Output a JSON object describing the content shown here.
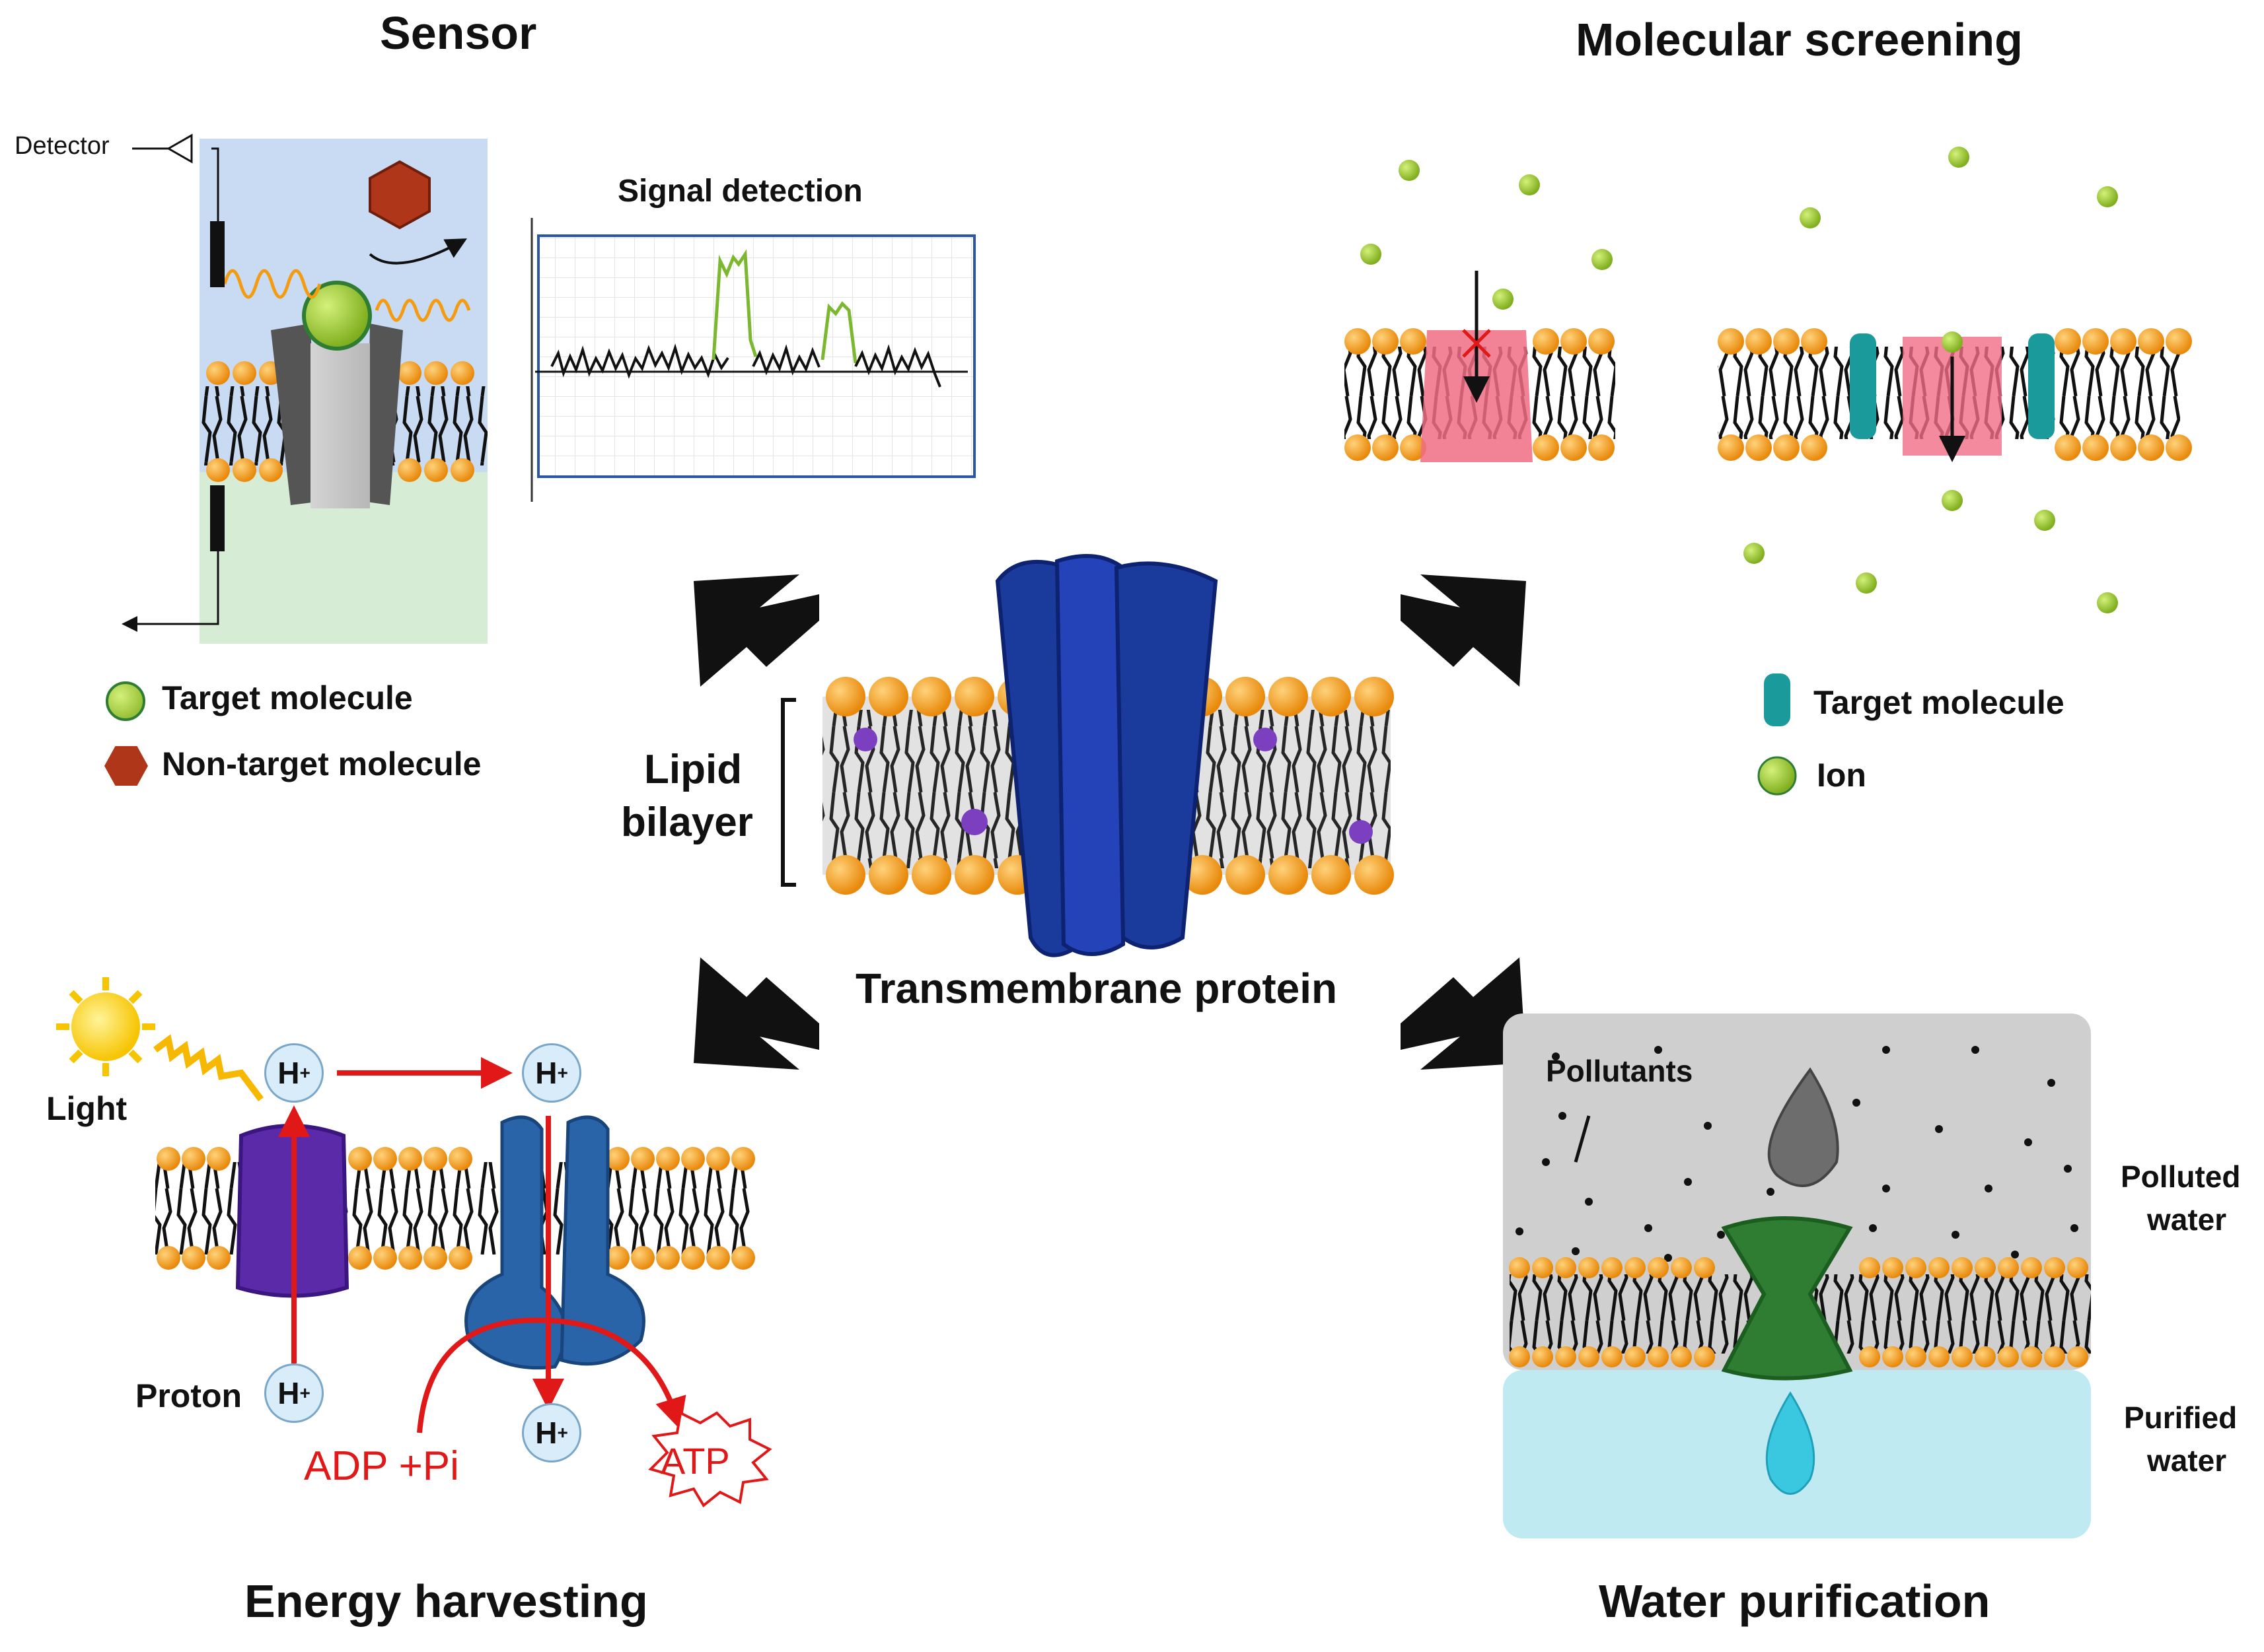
{
  "sections": {
    "sensor": "Sensor",
    "screening": "Molecular screening",
    "energy": "Energy harvesting",
    "water": "Water purification"
  },
  "sensor": {
    "detector_label": "Detector",
    "signal_title": "Signal detection",
    "legend_target": "Target molecule",
    "legend_nontarget": "Non-target molecule"
  },
  "center": {
    "lipid_label_line1": "Lipid",
    "lipid_label_line2": "bilayer",
    "protein_label": "Transmembrane protein"
  },
  "screening": {
    "legend_target": "Target molecule",
    "legend_ion": "Ion"
  },
  "energy": {
    "light_label": "Light",
    "proton_label": "Proton",
    "h_plus": "H",
    "adp_label": "ADP +Pi",
    "atp_label": "ATP"
  },
  "water": {
    "pollutants_label": "Pollutants",
    "polluted_line1": "Polluted",
    "polluted_line2": "water",
    "purified_line1": "Purified",
    "purified_line2": "water"
  },
  "colors": {
    "headgroup": "#f5a623",
    "ion": "#9ccc3a",
    "protein_blue": "#1a3a9c",
    "signal_green": "#7cb82f",
    "red_arrow": "#e01818",
    "purple_pump": "#5b2aa8",
    "atp_synthase": "#2a64a8",
    "green_channel": "#2e7d32",
    "sensor_bg_top": "#c9dbf3",
    "sensor_bg_bottom": "#d7ecd5",
    "polluted_water": "#cfcfcf",
    "purified_water": "#bfeaf2"
  }
}
